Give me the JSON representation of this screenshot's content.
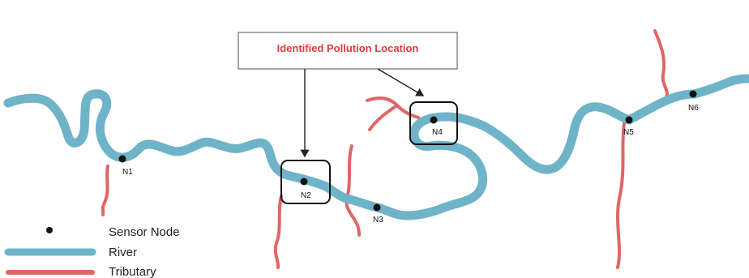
{
  "callout": {
    "text": "Identified Pollution Location"
  },
  "nodes": [
    {
      "id": "N1",
      "label": "N1"
    },
    {
      "id": "N2",
      "label": "N2",
      "highlighted": true
    },
    {
      "id": "N3",
      "label": "N3"
    },
    {
      "id": "N4",
      "label": "N4",
      "highlighted": true
    },
    {
      "id": "N5",
      "label": "N5"
    },
    {
      "id": "N6",
      "label": "N6"
    }
  ],
  "legend": {
    "sensor_node": "Sensor Node",
    "river": "River",
    "tributary": "Tributary"
  },
  "colors": {
    "river": "#6fb3c9",
    "tributary": "#e06666",
    "callout_text": "#e03b3b",
    "node": "#111111"
  }
}
